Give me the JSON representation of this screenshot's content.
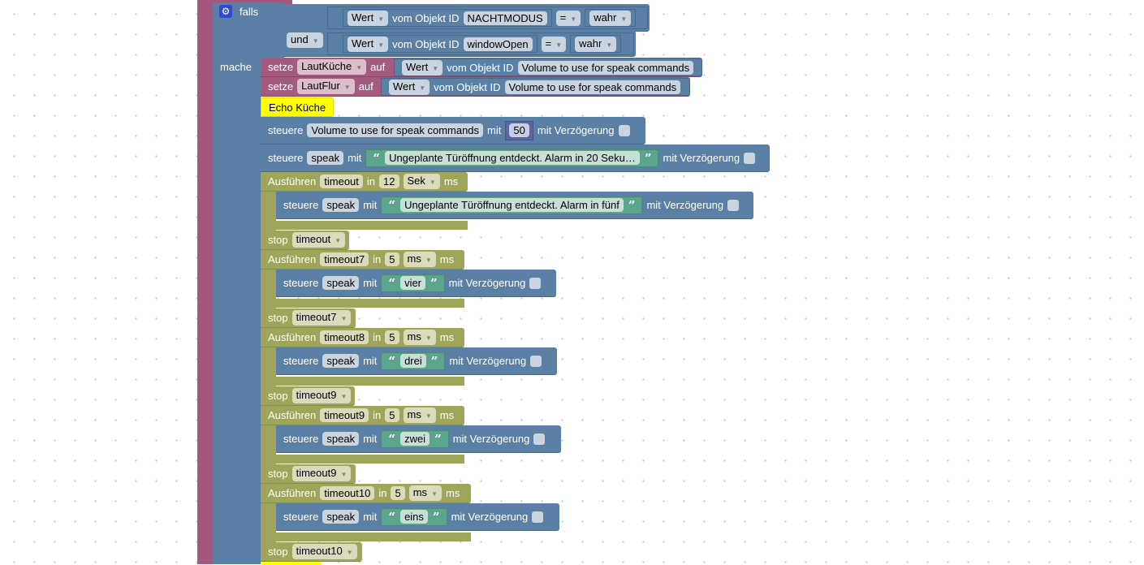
{
  "condition": {
    "if_label": "falls",
    "op": "und",
    "do_label": "mache",
    "settings_icon": "gear-icon",
    "comparisons": [
      {
        "prop": "Wert",
        "of_label": "vom Objekt ID",
        "object": "NACHTMODUS",
        "operator": "=",
        "value": "wahr"
      },
      {
        "prop": "Wert",
        "of_label": "vom Objekt ID",
        "object": "windowOpen",
        "operator": "=",
        "value": "wahr"
      }
    ]
  },
  "statements": [
    {
      "set_label": "setze",
      "var": "LautKüche",
      "to_label": "auf",
      "prop": "Wert",
      "of_label": "vom Objekt ID",
      "object": "Volume to use for speak commands"
    },
    {
      "set_label": "setze",
      "var": "LautFlur",
      "to_label": "auf",
      "prop": "Wert",
      "of_label": "vom Objekt ID",
      "object": "Volume to use for speak commands"
    },
    {
      "comment": "Echo Küche"
    },
    {
      "control_label": "steuere",
      "object": "Volume to use for speak commands",
      "with_label": "mit",
      "value": "50",
      "delay_label": "mit Verzögerung"
    },
    {
      "control_label": "steuere",
      "object": "speak",
      "with_label": "mit",
      "value": "Ungeplante Türöffnung entdeckt. Alarm in 20 Seku…",
      "delay_label": "mit Verzögerung"
    },
    {
      "run_label": "Ausführen",
      "timer": "timeout",
      "in_label": "in",
      "delay": "12",
      "unit": "Sek",
      "unit_suffix": "ms",
      "body": {
        "control_label": "steuere",
        "object": "speak",
        "with_label": "mit",
        "value": "Ungeplante Türöffnung entdeckt. Alarm in fünf",
        "delay_label": "mit Verzögerung"
      }
    },
    {
      "stop_label": "stop",
      "timer": "timeout"
    },
    {
      "run_label": "Ausführen",
      "timer": "timeout7",
      "in_label": "in",
      "delay": "5",
      "unit": "ms",
      "unit_suffix": "ms",
      "body": {
        "control_label": "steuere",
        "object": "speak",
        "with_label": "mit",
        "value": "vier",
        "delay_label": "mit Verzögerung"
      }
    },
    {
      "stop_label": "stop",
      "timer": "timeout7"
    },
    {
      "run_label": "Ausführen",
      "timer": "timeout8",
      "in_label": "in",
      "delay": "5",
      "unit": "ms",
      "unit_suffix": "ms",
      "body": {
        "control_label": "steuere",
        "object": "speak",
        "with_label": "mit",
        "value": "drei",
        "delay_label": "mit Verzögerung"
      }
    },
    {
      "stop_label": "stop",
      "timer": "timeout9"
    },
    {
      "run_label": "Ausführen",
      "timer": "timeout9",
      "in_label": "in",
      "delay": "5",
      "unit": "ms",
      "unit_suffix": "ms",
      "body": {
        "control_label": "steuere",
        "object": "speak",
        "with_label": "mit",
        "value": "zwei",
        "delay_label": "mit Verzögerung"
      }
    },
    {
      "stop_label": "stop",
      "timer": "timeout9"
    },
    {
      "run_label": "Ausführen",
      "timer": "timeout10",
      "in_label": "in",
      "delay": "5",
      "unit": "ms",
      "unit_suffix": "ms",
      "body": {
        "control_label": "steuere",
        "object": "speak",
        "with_label": "mit",
        "value": "eins",
        "delay_label": "mit Verzögerung"
      }
    },
    {
      "stop_label": "stop",
      "timer": "timeout10"
    }
  ],
  "colors": {
    "logic": "#5b80a5",
    "variable": "#a55b80",
    "timer": "#9fa55b",
    "text": "#5ba58c",
    "comment": "#ffff00",
    "outer": "#a5577f"
  }
}
